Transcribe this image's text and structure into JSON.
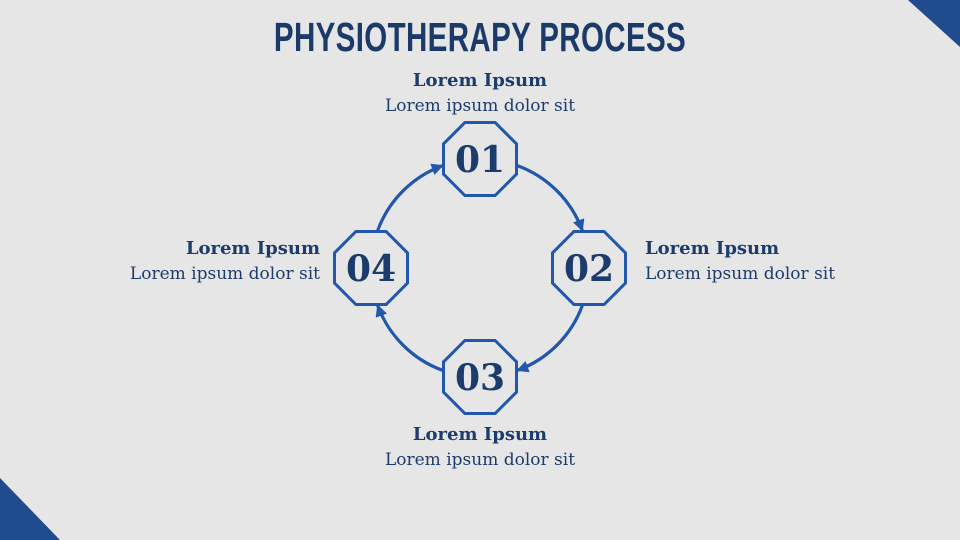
{
  "slide": {
    "title": "PHYSIOTHERAPY PROCESS"
  },
  "colors": {
    "background": "#e6e6e6",
    "titleNavy": "#1b3a69",
    "textNavy": "#1c3c6e",
    "diagramBlue": "#2157ac",
    "cornerBlue": "#204c8e"
  },
  "steps": [
    {
      "number": "01",
      "position": "top",
      "heading": "Lorem Ipsum",
      "description": "Lorem ipsum dolor sit"
    },
    {
      "number": "02",
      "position": "right",
      "heading": "Lorem Ipsum",
      "description": "Lorem ipsum dolor sit"
    },
    {
      "number": "03",
      "position": "bottom",
      "heading": "Lorem Ipsum",
      "description": "Lorem ipsum dolor sit"
    },
    {
      "number": "04",
      "position": "left",
      "heading": "Lorem Ipsum",
      "description": "Lorem ipsum dolor sit"
    }
  ]
}
